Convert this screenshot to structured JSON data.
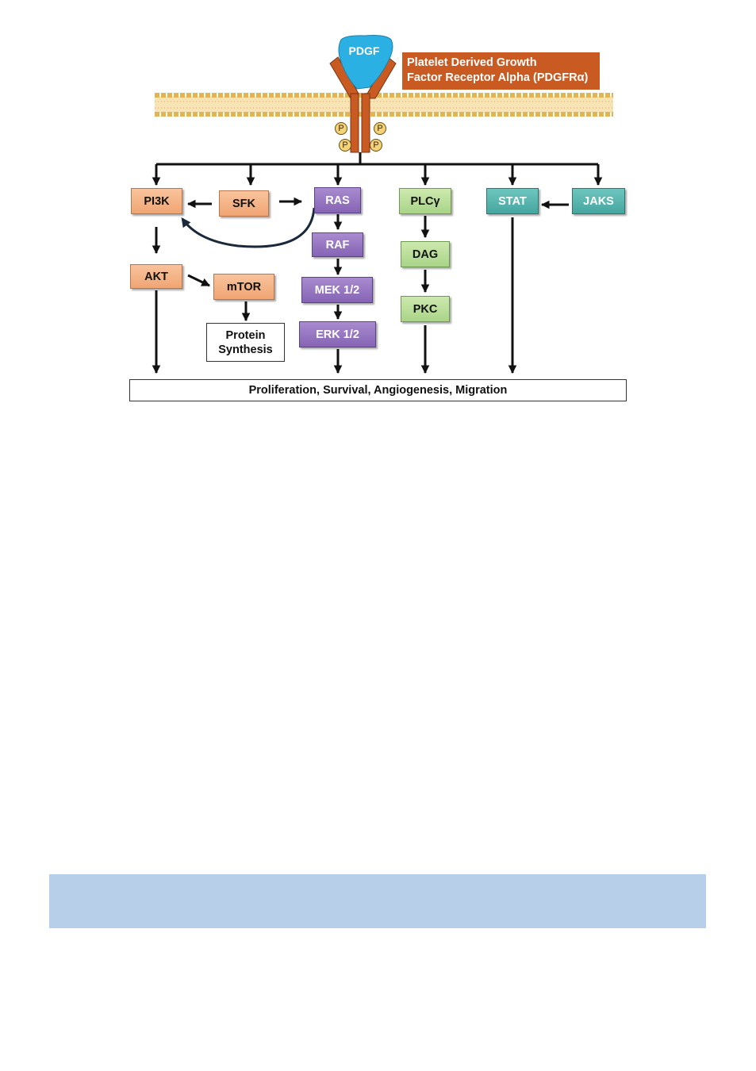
{
  "ligand": {
    "label": "PDGF",
    "color": "#2bb0e3"
  },
  "receptor": {
    "label_line1": "Platelet Derived Growth",
    "label_line2": "Factor Receptor Alpha (PDGFRα)",
    "color": "#c95b22"
  },
  "phosphate_label": "P",
  "nodes": {
    "pi3k": "PI3K",
    "sfk": "SFK",
    "ras": "RAS",
    "plcg": "PLCγ",
    "stat": "STAT",
    "jaks": "JAKS",
    "raf": "RAF",
    "mek": "MEK 1/2",
    "erk": "ERK 1/2",
    "dag": "DAG",
    "pkc": "PKC",
    "akt": "AKT",
    "mtor": "mTOR",
    "protein_line1": "Protein",
    "protein_line2": "Synthesis"
  },
  "outcome": "Proliferation, Survival, Angiogenesis, Migration",
  "colors": {
    "pi3k_pathway": "#f0a574",
    "ras_pathway": "#8564b5",
    "plc_pathway": "#a9d488",
    "jak_stat_pathway": "#45a7a0",
    "membrane": "#f1c66a",
    "footer_band": "#b8cfea"
  }
}
